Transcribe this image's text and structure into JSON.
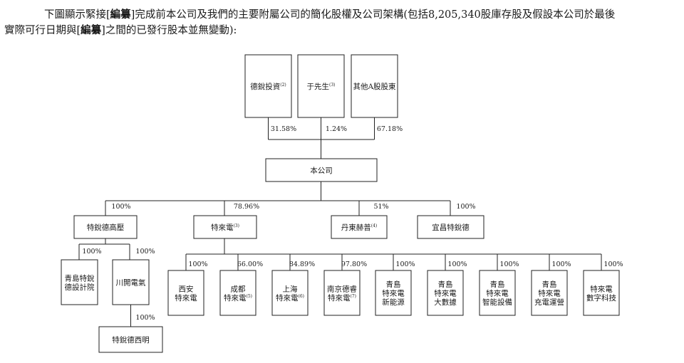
{
  "intro": {
    "line1_pre": "下圖顯示緊接[",
    "redacted1": "編纂",
    "line1_post": "]完成前本公司及我們的主要附屬公司的簡化股權及公司架構(包括8,205,340股庫存股及假設本公司於最後",
    "line2_pre": "實際可行日期與[",
    "redacted2": "編纂",
    "line2_post": "]之間的已發行股本並無變動):"
  },
  "shareholders": [
    {
      "name": "德銳投資",
      "note": "(2)",
      "pct": "31.58%"
    },
    {
      "name": "于先生",
      "note": "(3)",
      "pct": "1.24%"
    },
    {
      "name": "其他A股股東",
      "note": "",
      "pct": "67.18%"
    }
  ],
  "company": {
    "name": "本公司"
  },
  "subsidiaries": [
    {
      "name": "特銳德高壓",
      "note": "",
      "pct": "100%"
    },
    {
      "name": "特來電",
      "note": "(3)",
      "pct": "78.96%"
    },
    {
      "name": "丹東赫普",
      "note": "(4)",
      "pct": "51%"
    },
    {
      "name": "宜昌特銳德",
      "note": "",
      "pct": "100%"
    }
  ],
  "gaoya_subs": [
    {
      "lines": [
        "青島特銳",
        "德設計院"
      ],
      "note": "",
      "pct": "100%"
    },
    {
      "lines": [
        "川開電氣"
      ],
      "note": "",
      "pct": "100%"
    }
  ],
  "chuankai_sub": {
    "name": "特銳德西明",
    "pct": "100%"
  },
  "telaidian_subs": [
    {
      "lines": [
        "西安",
        "特來電"
      ],
      "note": "",
      "pct": "100%"
    },
    {
      "lines": [
        "成都",
        "特來電"
      ],
      "note": "(5)",
      "pct": "66.00%"
    },
    {
      "lines": [
        "上海",
        "特來電"
      ],
      "note": "(6)",
      "pct": "84.89%"
    },
    {
      "lines": [
        "南京德睿",
        "特來電"
      ],
      "note": "(7)",
      "pct": "97.80%"
    },
    {
      "lines": [
        "青島",
        "特來電",
        "新能源"
      ],
      "note": "",
      "pct": "100%"
    },
    {
      "lines": [
        "青島",
        "特來電",
        "大數據"
      ],
      "note": "",
      "pct": "100%"
    },
    {
      "lines": [
        "青島",
        "特來電",
        "智能設備"
      ],
      "note": "",
      "pct": "100%"
    },
    {
      "lines": [
        "青島",
        "特來電",
        "充電運營"
      ],
      "note": "",
      "pct": "100%"
    },
    {
      "lines": [
        "特來電",
        "數字科技"
      ],
      "note": "",
      "pct": "100%"
    }
  ]
}
